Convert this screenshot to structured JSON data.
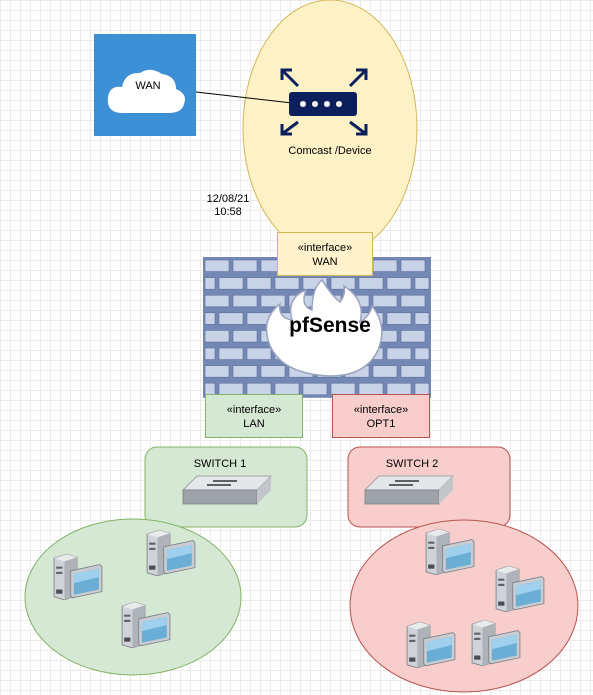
{
  "cloud": {
    "label": "WAN",
    "fill": "#3d8fd6"
  },
  "isp": {
    "label": "Comcast /Device",
    "fill": "#fdf1c6",
    "stroke": "#d6b656"
  },
  "timestamp": {
    "date": "12/08/21",
    "time": "10:58"
  },
  "firewall": {
    "label": "pfSense",
    "brick_color": "#7388b5"
  },
  "interfaces": {
    "wan": {
      "stereotype": "«interface»",
      "name": "WAN",
      "fill": "#fff2cc",
      "stroke": "#d6b656"
    },
    "lan": {
      "stereotype": "«interface»",
      "name": "LAN",
      "fill": "#d5e8d4",
      "stroke": "#82b366"
    },
    "opt1": {
      "stereotype": "«interface»",
      "name": "OPT1",
      "fill": "#f8cecc",
      "stroke": "#b85450"
    }
  },
  "switches": {
    "switch1": {
      "label": "SWITCH 1",
      "fill": "#d5e8d4",
      "stroke": "#82b366"
    },
    "switch2": {
      "label": "SWITCH 2",
      "fill": "#f8cecc",
      "stroke": "#b85450"
    }
  },
  "networks": {
    "green": {
      "fill": "#d5e8d4",
      "stroke": "#82b366",
      "hosts": 3
    },
    "red": {
      "fill": "#f8cecc",
      "stroke": "#b85450",
      "hosts": 4
    }
  }
}
